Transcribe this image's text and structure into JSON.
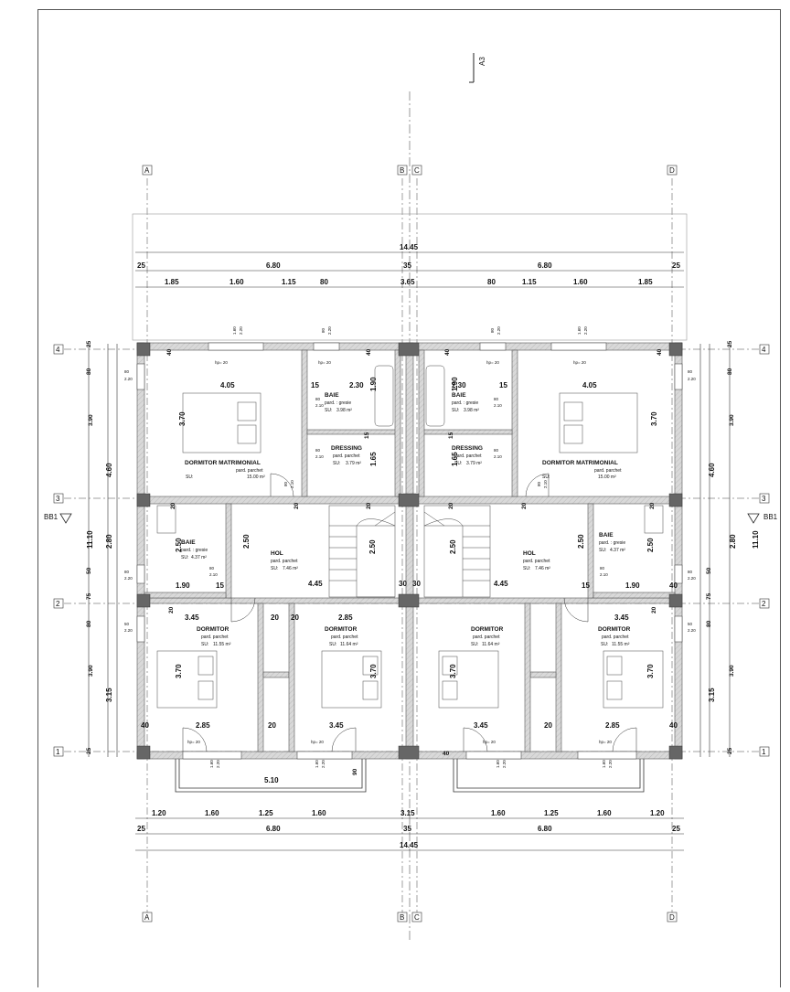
{
  "section_marker": "A3",
  "section_cut": "BB1",
  "axes": {
    "vertical": [
      "A",
      "B",
      "C",
      "D"
    ],
    "horizontal": [
      "1",
      "2",
      "3",
      "4"
    ]
  },
  "dimensions_top": {
    "total": "14.45",
    "row2": [
      "25",
      "6.80",
      "35",
      "6.80",
      "25"
    ],
    "row3": [
      "1.85",
      "1.60",
      "1.15",
      "80",
      "3.65",
      "80",
      "1.15",
      "1.60",
      "1.85"
    ]
  },
  "dimensions_bottom": {
    "row1": [
      "1.20",
      "1.60",
      "1.25",
      "1.60",
      "3.15",
      "1.60",
      "1.25",
      "1.60",
      "1.20"
    ],
    "row2": [
      "25",
      "6.80",
      "35",
      "6.80",
      "25"
    ],
    "total": "14.45"
  },
  "dimensions_side": {
    "outer": [
      "4.60",
      "2.80",
      "3.15"
    ],
    "total": "11.10",
    "chain": [
      "25",
      "80",
      "3.90",
      "50",
      "75",
      "80",
      "3.90",
      "25"
    ],
    "windows": [
      "80",
      "2.20",
      "80",
      "2.20",
      "50",
      "2.20",
      "80",
      "2.20"
    ]
  },
  "rooms": [
    {
      "name": "DORMITOR MATRIMONIAL",
      "floor": "pard. parchet",
      "area_label": "SU:",
      "area": "15.00 m²"
    },
    {
      "name": "BAIE",
      "floor": "pard. : gresie",
      "area_label": "SU:",
      "area": "3.98 m²"
    },
    {
      "name": "DRESSING",
      "floor": "pard. parchet",
      "area_label": "SU:",
      "area": "3.79 m²"
    },
    {
      "name": "BAIE",
      "floor": "pard. : gresie",
      "area_label": "SU:",
      "area": "4.37 m²"
    },
    {
      "name": "HOL",
      "floor": "pard. parchet",
      "area_label": "SU:",
      "area": "7.46 m²"
    },
    {
      "name": "DORMITOR",
      "floor": "pard. parchet",
      "area_label": "SU:",
      "area": "11.55 m²"
    },
    {
      "name": "DORMITOR",
      "floor": "pard. parchet",
      "area_label": "SU:",
      "area": "11.64 m²"
    }
  ],
  "interior_dims": {
    "w405": "4.05",
    "w230": "2.30",
    "h370": "3.70",
    "h190": "1.90",
    "h165": "1.65",
    "h250": "2.50",
    "w445": "4.45",
    "w345": "3.45",
    "w285": "2.85",
    "w190": "1.90",
    "w510": "5.10",
    "d90": "90",
    "t15": "15",
    "t20": "20",
    "t30": "30",
    "t40": "40",
    "hp20": "hp= 20",
    "door80": "80",
    "door210": "2.10",
    "win160": "1.60",
    "win220": "2.20",
    "win80": "80"
  }
}
